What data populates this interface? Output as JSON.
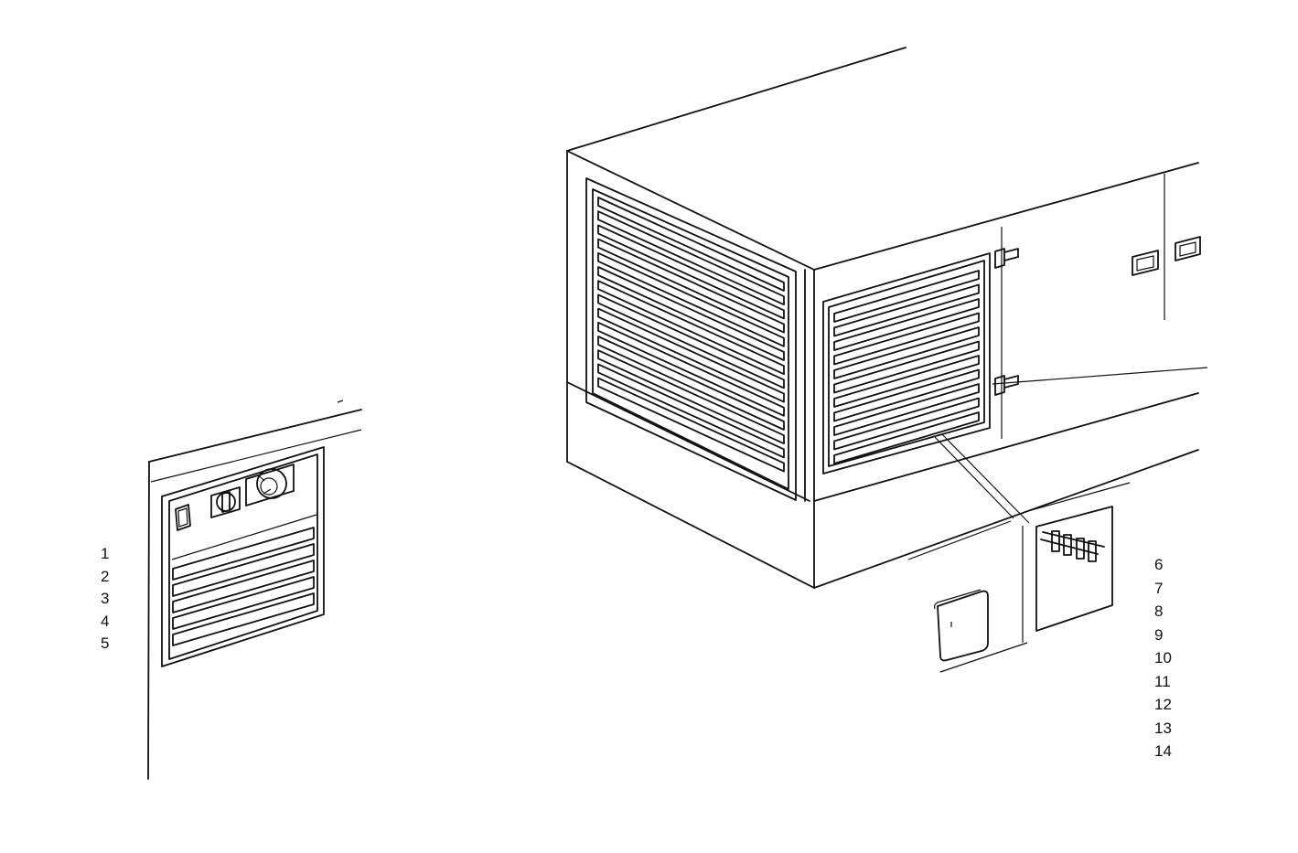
{
  "callouts_left": [
    "1",
    "2",
    "3",
    "4",
    "5"
  ],
  "callouts_right": [
    "6",
    "7",
    "8",
    "9",
    "10",
    "11",
    "12",
    "13",
    "14"
  ]
}
